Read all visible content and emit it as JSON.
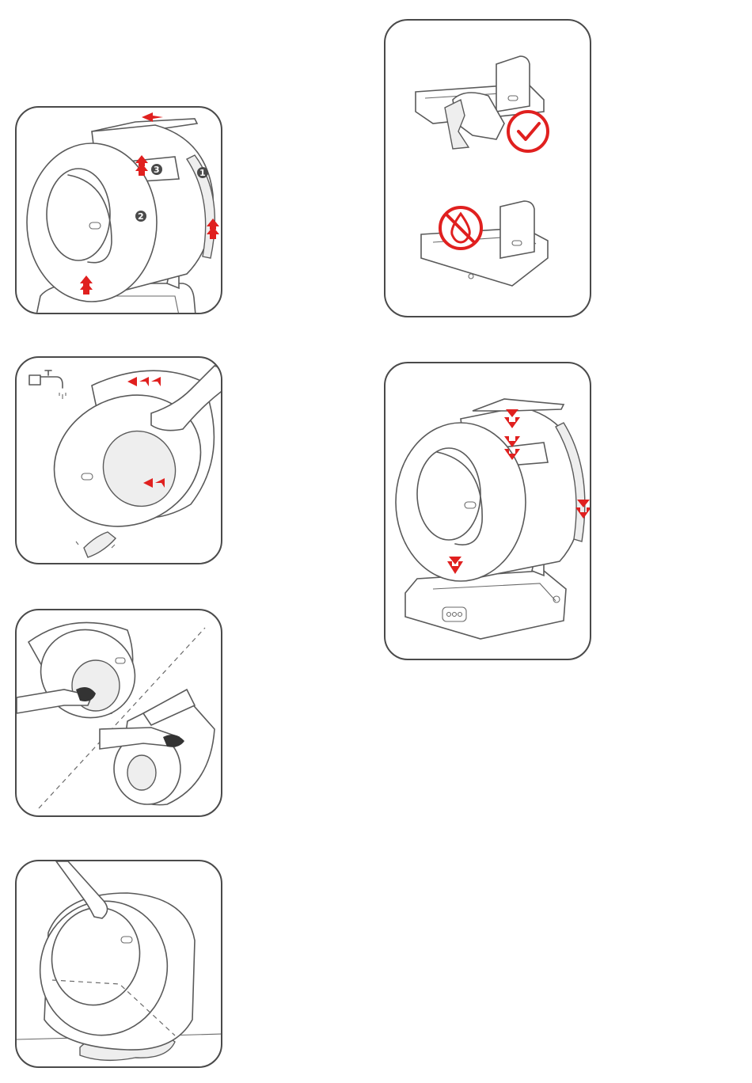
{
  "panels": [
    {
      "id": "remove-parts",
      "step_markers": [
        "1",
        "2",
        "3"
      ],
      "icons": [
        "arrow-up-icon"
      ]
    },
    {
      "id": "rinse-drum",
      "icons": [
        "faucet-icon",
        "arrow-left-icon"
      ]
    },
    {
      "id": "wipe-inside",
      "icons": [
        "hand-icon"
      ]
    },
    {
      "id": "dry-drum",
      "icons": [
        "puddle-icon"
      ]
    },
    {
      "id": "clean-base",
      "icons": [
        "check-circle-icon",
        "no-water-icon"
      ]
    },
    {
      "id": "reassemble",
      "icons": [
        "arrow-down-icon"
      ]
    }
  ],
  "colors": {
    "accent": "#e0201f",
    "line": "#5a5a5a",
    "border": "#4a4a4a"
  }
}
